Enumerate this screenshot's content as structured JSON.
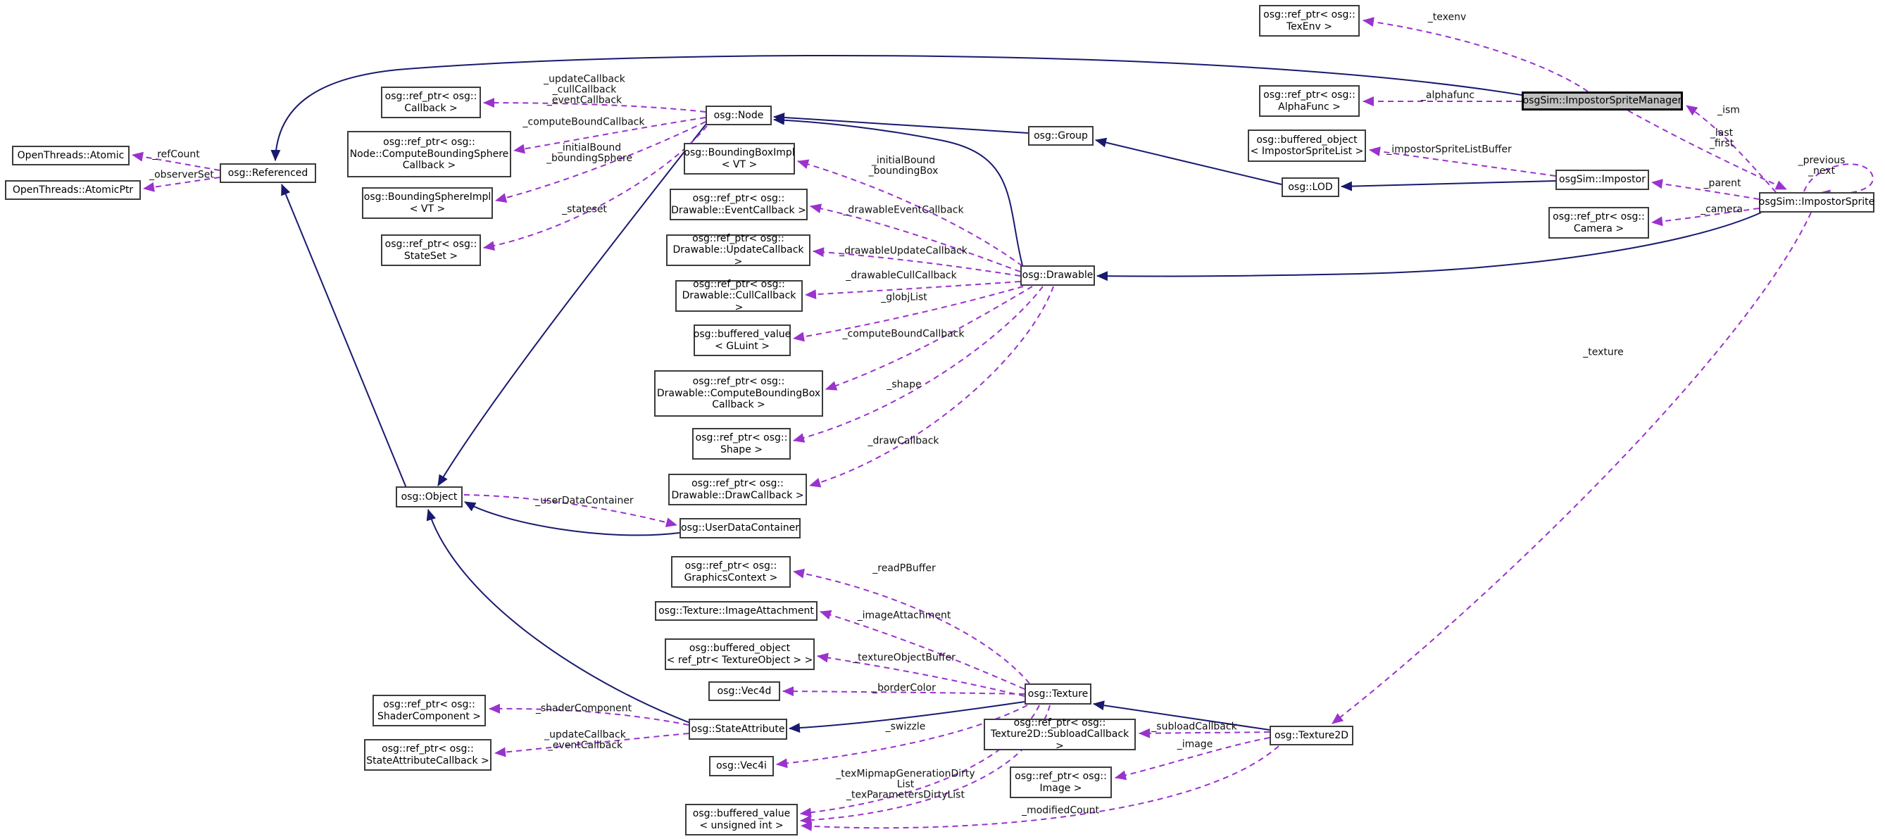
{
  "diagram": {
    "kind": "collaboration-graph",
    "main_class": "osgSim::ImpostorSpriteManager"
  },
  "colors": {
    "inheritance_edge": "#191970",
    "usage_edge": "#9a32cd",
    "main_node_fill": "#bfbfbf",
    "node_border": "#3c3c3c"
  },
  "nodes": {
    "atomic": {
      "label": "OpenThreads::Atomic"
    },
    "atomicPtr": {
      "label": "OpenThreads::AtomicPtr"
    },
    "referenced": {
      "label": "osg::Referenced"
    },
    "refptrCallback": {
      "label": "osg::ref_ptr< osg::\nCallback >"
    },
    "refptrNodeComputeBS": {
      "label": "osg::ref_ptr< osg::\nNode::ComputeBoundingSphere\nCallback >"
    },
    "boundingSphereImpl": {
      "label": "osg::BoundingSphereImpl\n< VT >"
    },
    "refptrStateSet": {
      "label": "osg::ref_ptr< osg::\nStateSet >"
    },
    "node": {
      "label": "osg::Node"
    },
    "boundingBoxImpl": {
      "label": "osg::BoundingBoxImpl\n< VT >"
    },
    "refptrDrawEvent": {
      "label": "osg::ref_ptr< osg::\nDrawable::EventCallback >"
    },
    "refptrDrawUpdate": {
      "label": "osg::ref_ptr< osg::\nDrawable::UpdateCallback >"
    },
    "refptrDrawCull": {
      "label": "osg::ref_ptr< osg::\nDrawable::CullCallback >"
    },
    "bufferedGLuint": {
      "label": "osg::buffered_value\n< GLuint >"
    },
    "refptrDrawComputeBB": {
      "label": "osg::ref_ptr< osg::\nDrawable::ComputeBoundingBox\nCallback >"
    },
    "refptrShape": {
      "label": "osg::ref_ptr< osg::\nShape >"
    },
    "refptrDrawDraw": {
      "label": "osg::ref_ptr< osg::\nDrawable::DrawCallback >"
    },
    "group": {
      "label": "osg::Group"
    },
    "lod": {
      "label": "osg::LOD"
    },
    "drawable": {
      "label": "osg::Drawable"
    },
    "object": {
      "label": "osg::Object"
    },
    "userDataContainer": {
      "label": "osg::UserDataContainer"
    },
    "refptrGraphicsContext": {
      "label": "osg::ref_ptr< osg::\nGraphicsContext >"
    },
    "imageAttachment": {
      "label": "osg::Texture::ImageAttachment"
    },
    "bufferedTextureObject": {
      "label": "osg::buffered_object\n< ref_ptr< TextureObject > >"
    },
    "vec4d": {
      "label": "osg::Vec4d"
    },
    "texture": {
      "label": "osg::Texture"
    },
    "refptrShaderComponent": {
      "label": "osg::ref_ptr< osg::\nShaderComponent >"
    },
    "refptrStateAttributeCallback": {
      "label": "osg::ref_ptr< osg::\nStateAttributeCallback >"
    },
    "stateAttribute": {
      "label": "osg::StateAttribute"
    },
    "vec4i": {
      "label": "osg::Vec4i"
    },
    "bufferedUnsignedInt": {
      "label": "osg::buffered_value\n< unsigned int >"
    },
    "refptrSubloadCallback": {
      "label": "osg::ref_ptr< osg::\nTexture2D::SubloadCallback >"
    },
    "refptrImage": {
      "label": "osg::ref_ptr< osg::\nImage >"
    },
    "texture2d": {
      "label": "osg::Texture2D"
    },
    "refptrTexEnv": {
      "label": "osg::ref_ptr< osg::\nTexEnv >"
    },
    "refptrAlphaFunc": {
      "label": "osg::ref_ptr< osg::\nAlphaFunc >"
    },
    "ism": {
      "label": "osgSim::ImpostorSpriteManager"
    },
    "bufferedImpostorSpriteList": {
      "label": "osg::buffered_object\n< ImpostorSpriteList >"
    },
    "impostor": {
      "label": "osgSim::Impostor"
    },
    "impostorSprite": {
      "label": "osgSim::ImpostorSprite"
    },
    "refptrCamera": {
      "label": "osg::ref_ptr< osg::\nCamera >"
    }
  },
  "labels": {
    "refCount": {
      "text": "_refCount"
    },
    "observerSet": {
      "text": "_observerSet"
    },
    "nodeCallbacks": {
      "text": "_updateCallback\n_cullCallback\n_eventCallback"
    },
    "nodeComputeBound": {
      "text": "_computeBoundCallback"
    },
    "initialBoundSphere": {
      "text": "_initialBound\n_boundingSphere"
    },
    "stateset": {
      "text": "_stateset"
    },
    "initialBoundBox": {
      "text": "_initialBound\n_boundingBox"
    },
    "drawableEvent": {
      "text": "_drawableEventCallback"
    },
    "drawableUpdate": {
      "text": "_drawableUpdateCallback"
    },
    "drawableCull": {
      "text": "_drawableCullCallback"
    },
    "globjList": {
      "text": "_globjList"
    },
    "drawableComputeBound": {
      "text": "_computeBoundCallback"
    },
    "shape": {
      "text": "_shape"
    },
    "drawCallback": {
      "text": "_drawCallback"
    },
    "userDataContainer": {
      "text": "_userDataContainer"
    },
    "readPBuffer": {
      "text": "_readPBuffer"
    },
    "imageAttachment": {
      "text": "_imageAttachment"
    },
    "textureObjectBuffer": {
      "text": "_textureObjectBuffer"
    },
    "borderColor": {
      "text": "_borderColor"
    },
    "shaderComponent": {
      "text": "_shaderComponent"
    },
    "stateAttrCallbacks": {
      "text": "_updateCallback\n_eventCallback"
    },
    "swizzle": {
      "text": "_swizzle"
    },
    "texDirtyLists": {
      "text": "_texMipmapGenerationDirty\nList\n_texParametersDirtyList"
    },
    "subloadCallback": {
      "text": "_subloadCallback"
    },
    "image": {
      "text": "_image"
    },
    "modifiedCount": {
      "text": "_modifiedCount"
    },
    "texenv": {
      "text": "_texenv"
    },
    "alphafunc": {
      "text": "_alphafunc"
    },
    "impostorSpriteListBuffer": {
      "text": "_impostorSpriteListBuffer"
    },
    "ism": {
      "text": "_ism"
    },
    "lastFirst": {
      "text": "_last\n_first"
    },
    "prevNext": {
      "text": "_previous\n_next"
    },
    "parent": {
      "text": "_parent"
    },
    "camera": {
      "text": "_camera"
    },
    "texture": {
      "text": "_texture"
    }
  }
}
